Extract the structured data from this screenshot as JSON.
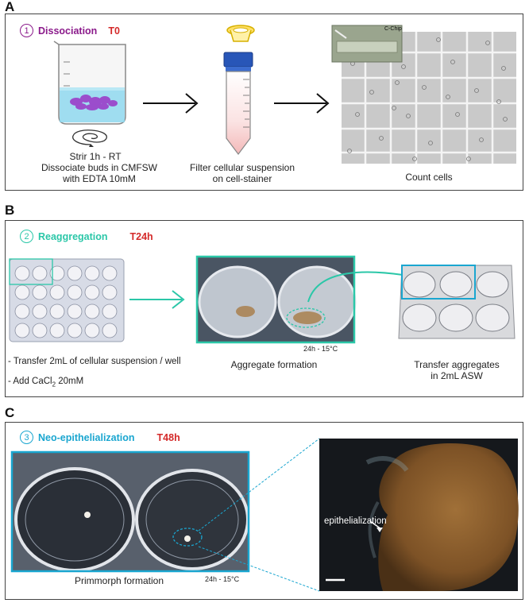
{
  "panels": {
    "a": {
      "letter": "A",
      "step_number": "1",
      "step_title": "Dissociation",
      "step_time": "T0",
      "beaker_caption_1": "Strir 1h - RT",
      "beaker_caption_2": "Dissociate buds in CMFSW",
      "beaker_caption_3": "with EDTA 10mM",
      "tube_caption_1": "Filter cellular suspension",
      "tube_caption_2": "on cell-stainer",
      "count_caption": "Count cells",
      "chip_label": "C-Chip"
    },
    "b": {
      "letter": "B",
      "step_number": "2",
      "step_title": "Reaggregation",
      "step_time": "T24h",
      "plate_caption_1": "- Transfer 2mL of cellular suspension / well",
      "plate_caption_2": "- Add CaCl",
      "plate_caption_2_sub": "2",
      "plate_caption_2_end": " 20mM",
      "aggregate_caption": "Aggregate formation",
      "aggregate_time": "24h - 15°C",
      "transfer_caption_1": "Transfer aggregates",
      "transfer_caption_2": "in 2mL ASW"
    },
    "c": {
      "letter": "C",
      "step_number": "3",
      "step_title": "Neo-epithelialization",
      "step_time": "T48h",
      "primmorph_caption": "Primmorph formation",
      "primmorph_time": "24h - 15°C",
      "micrograph_label": "epithelialization"
    }
  },
  "colors": {
    "step1": "#8b1a8b",
    "step2": "#2bc7a8",
    "step3": "#1aa6d0",
    "time_red": "#d42a2a"
  },
  "icons": {
    "stir_icon": "spiral-icon",
    "arrow_icon": "right-arrow-icon",
    "strainer_icon": "cell-strainer-icon"
  }
}
